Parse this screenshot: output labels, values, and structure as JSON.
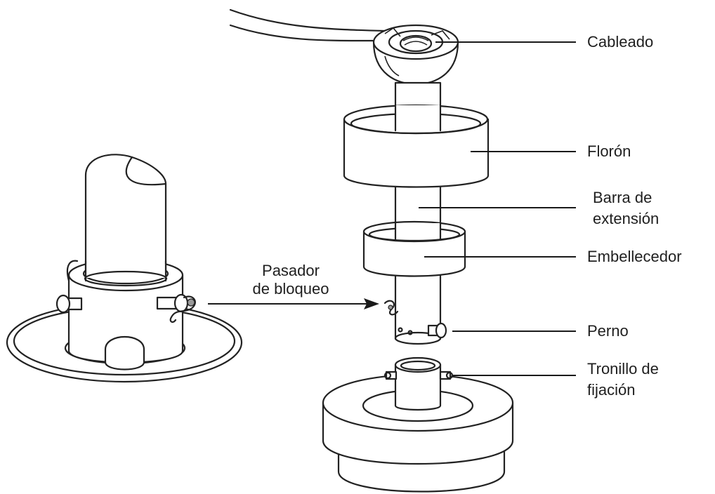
{
  "labels": {
    "cableado": "Cableado",
    "floron": "Florón",
    "barra_line1": "Barra de",
    "barra_line2": "extensión",
    "embellecedor": "Embellecedor",
    "perno": "Perno",
    "tornillo_line1": "Tronillo de",
    "tornillo_line2": "fijación",
    "pasador_line1": "Pasador",
    "pasador_line2": "de bloqueo"
  }
}
